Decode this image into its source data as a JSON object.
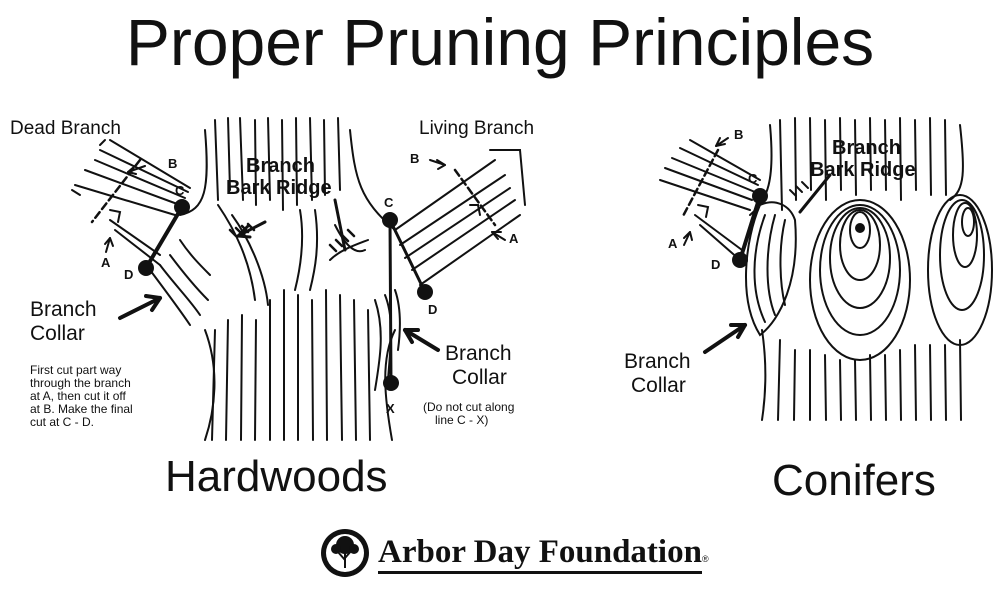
{
  "title": "Proper Pruning Principles",
  "hardwoods": {
    "heading": "Hardwoods",
    "dead_branch": "Dead Branch",
    "living_branch": "Living Branch",
    "branch_bark_ridge": [
      "Branch",
      "Bark Ridge"
    ],
    "branch_collar_left": [
      "Branch",
      "Collar"
    ],
    "branch_collar_right": [
      "Branch",
      "Collar"
    ],
    "instructions": [
      "First cut part way",
      "through the branch",
      "at A, then cut it off",
      "at B. Make the final",
      "cut at C - D."
    ],
    "note": [
      "(Do not cut along",
      "line C - X)"
    ],
    "markers": {
      "a1": "A",
      "b1": "B",
      "c1": "C",
      "d1": "D",
      "a2": "A",
      "b2": "B",
      "c2": "C",
      "d2": "D",
      "x": "X"
    }
  },
  "conifers": {
    "heading": "Conifers",
    "branch_bark_ridge": [
      "Branch",
      "Bark Ridge"
    ],
    "branch_collar": [
      "Branch",
      "Collar"
    ],
    "markers": {
      "a": "A",
      "b": "B",
      "c": "C",
      "d": "D"
    }
  },
  "footer": {
    "logo_text": "Arbor Day Foundation",
    "registered": "®"
  },
  "colors": {
    "ink": "#111111",
    "background": "#ffffff"
  }
}
